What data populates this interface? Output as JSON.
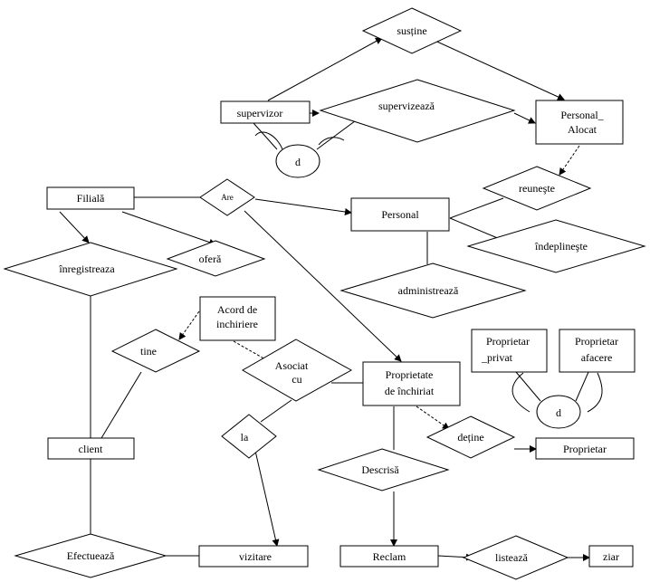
{
  "entities": {
    "supervizor": "supervizor",
    "personal_alocat_1": "Personal_",
    "personal_alocat_2": "Alocat",
    "filiala": "Filială",
    "personal": "Personal",
    "acord_1": "Acord de",
    "acord_2": "inchiriere",
    "proprietar_privat_1": "Proprietar",
    "proprietar_privat_2": "_privat",
    "proprietar_afacere_1": "Proprietar",
    "proprietar_afacere_2": "afacere",
    "proprietate_1": "Proprietate",
    "proprietate_2": "de închiriat",
    "client": "client",
    "proprietar": "Proprietar",
    "vizitare": "vizitare",
    "reclam": "Reclam",
    "ziar": "ziar"
  },
  "relationships": {
    "sustine": "susține",
    "supervizeaza": "supervizează",
    "are": "Are",
    "reuneste": "reuneşte",
    "oferă": "oferă",
    "inregistreaza": "înregistreaza",
    "indeplineste": "îndeplineşte",
    "administreaza": "administrează",
    "tine": "tine",
    "asociat_1": "Asociat",
    "asociat_2": "cu",
    "la": "la",
    "detine": "deține",
    "descrisa": "Descrisă",
    "efectueaza": "Efectuează",
    "listeaza": "listează"
  },
  "disjoint": {
    "d_left": "d",
    "d_right": "d"
  }
}
